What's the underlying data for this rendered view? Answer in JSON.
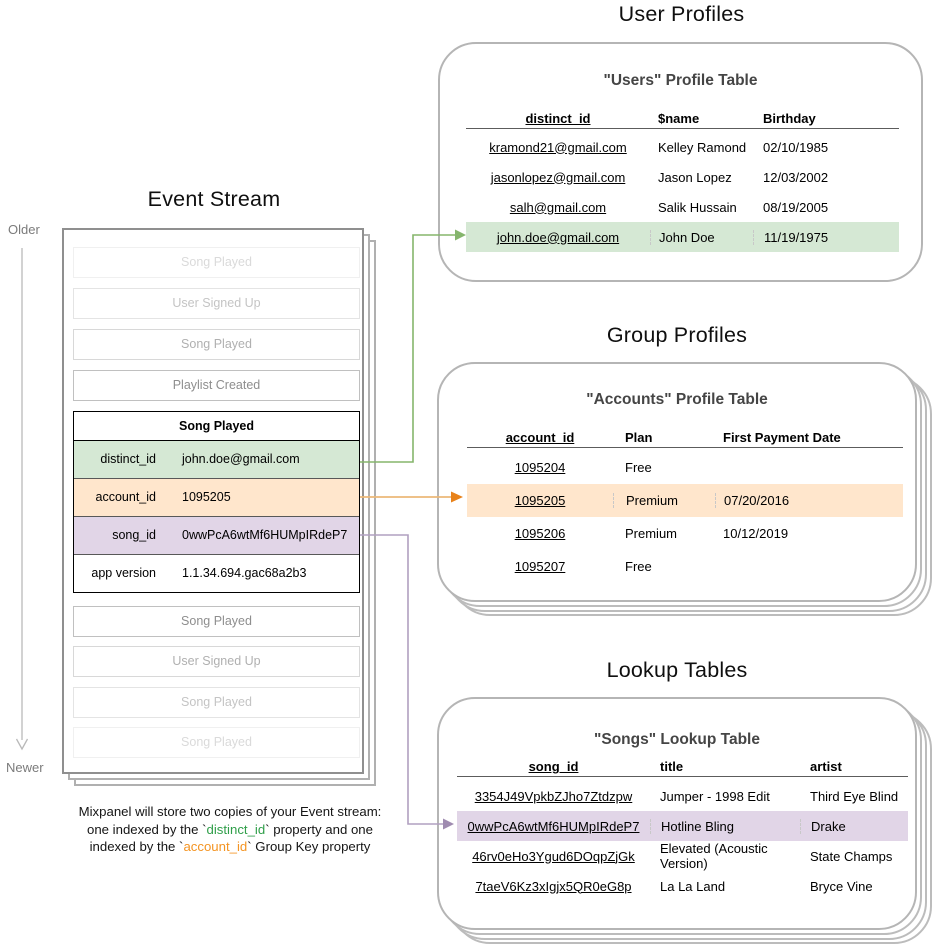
{
  "titles": {
    "event_stream": "Event Stream",
    "user_profiles": "User Profiles",
    "group_profiles": "Group Profiles",
    "lookup_tables": "Lookup Tables"
  },
  "timeline": {
    "older": "Older",
    "newer": "Newer"
  },
  "event_stream": {
    "events_before": [
      "Song Played",
      "User Signed Up",
      "Song Played",
      "Playlist Created"
    ],
    "expanded_event": {
      "title": "Song Played",
      "properties": [
        {
          "key": "distinct_id",
          "value": "john.doe@gmail.com",
          "highlight": "green"
        },
        {
          "key": "account_id",
          "value": "1095205",
          "highlight": "orange"
        },
        {
          "key": "song_id",
          "value": "0wwPcA6wtMf6HUMpIRdeP7",
          "highlight": "purple"
        },
        {
          "key": "app version",
          "value": "1.1.34.694.gac68a2b3",
          "highlight": "none"
        }
      ]
    },
    "events_after": [
      "Song Played",
      "User Signed Up",
      "Song Played",
      "Song Played"
    ]
  },
  "users_table": {
    "heading": "\"Users\" Profile Table",
    "columns": [
      "distinct_id",
      "$name",
      "Birthday"
    ],
    "rows": [
      [
        "kramond21@gmail.com",
        "Kelley Ramond",
        "02/10/1985"
      ],
      [
        "jasonlopez@gmail.com",
        "Jason Lopez",
        "12/03/2002"
      ],
      [
        "salh@gmail.com",
        "Salik Hussain",
        "08/19/2005"
      ],
      [
        "john.doe@gmail.com",
        "John Doe",
        "11/19/1975"
      ]
    ],
    "highlighted_row": 3,
    "highlight_color": "#d5e8d4"
  },
  "accounts_table": {
    "heading": "\"Accounts\" Profile Table",
    "columns": [
      "account_id",
      "Plan",
      "First Payment Date"
    ],
    "rows": [
      [
        "1095204",
        "Free",
        ""
      ],
      [
        "1095205",
        "Premium",
        "07/20/2016"
      ],
      [
        "1095206",
        "Premium",
        "10/12/2019"
      ],
      [
        "1095207",
        "Free",
        ""
      ]
    ],
    "highlighted_row": 1,
    "highlight_color": "#ffe6cc"
  },
  "songs_table": {
    "heading": "\"Songs\" Lookup Table",
    "columns": [
      "song_id",
      "title",
      "artist"
    ],
    "rows": [
      [
        "3354J49VpkbZJho7Ztdzpw",
        "Jumper - 1998 Edit",
        "Third Eye Blind"
      ],
      [
        "0wwPcA6wtMf6HUMpIRdeP7",
        "Hotline Bling",
        "Drake"
      ],
      [
        "46rv0eHo3Ygud6DOqpZjGk",
        "Elevated (Acoustic Version)",
        "State Champs"
      ],
      [
        "7taeV6Kz3xIgjx5QR0eG8p",
        "La La Land",
        "Bryce Vine"
      ]
    ],
    "highlighted_row": 1,
    "highlight_color": "#e1d5e7"
  },
  "caption": {
    "line1": "Mixpanel will store two copies of your Event stream:",
    "line2_prefix": "one indexed by the `",
    "line2_key": "distinct_id",
    "line2_suffix": "` property and one",
    "line3_prefix": "indexed by the `",
    "line3_key": "account_id",
    "line3_suffix": "` Group Key property"
  },
  "colors": {
    "green_fill": "#d5e8d4",
    "orange_fill": "#ffe6cc",
    "purple_fill": "#e1d5e7",
    "green_arrow": "#85b56c",
    "orange_arrow": "#e8821a",
    "purple_arrow": "#9f8bb0",
    "caption_green": "#2f9e49",
    "caption_orange": "#f49422"
  }
}
